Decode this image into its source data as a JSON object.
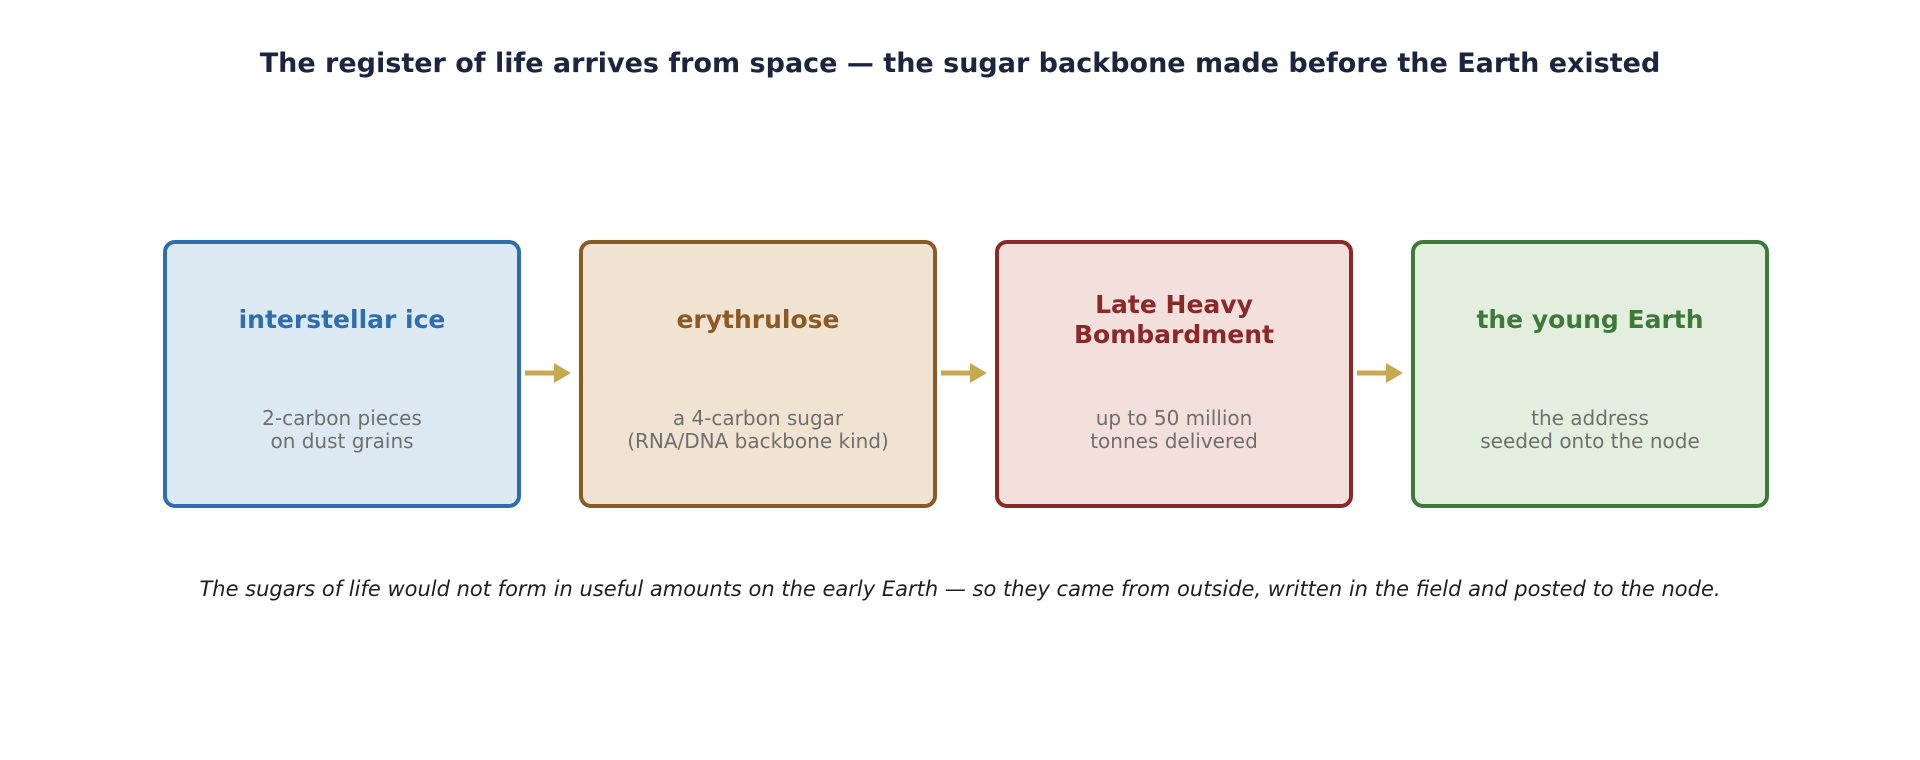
{
  "title": "The register of life arrives from space — the sugar backbone made before the Earth existed",
  "steps": [
    {
      "heading": "interstellar ice",
      "description": "2-carbon pieces\non dust grains",
      "border_color": "#2f6ead",
      "fill_color": "#dde9f2",
      "heading_color": "#2f6ead"
    },
    {
      "heading": "erythrulose",
      "description": "a 4-carbon sugar\n(RNA/DNA backbone kind)",
      "border_color": "#8b5a25",
      "fill_color": "#f0e3d2",
      "heading_color": "#8b5a25"
    },
    {
      "heading": "Late Heavy\nBombardment",
      "description": "up to 50 million\ntonnes delivered",
      "border_color": "#8b2828",
      "fill_color": "#f3dfdb",
      "heading_color": "#8b2828"
    },
    {
      "heading": "the young Earth",
      "description": "the address\nseeded onto the node",
      "border_color": "#3d7a3a",
      "fill_color": "#e3eede",
      "heading_color": "#3d7a3a"
    }
  ],
  "arrow_color": "#c8a752",
  "caption": "The sugars of life would not form in useful amounts on the early Earth — so they came from outside, written in the field and posted to the node."
}
